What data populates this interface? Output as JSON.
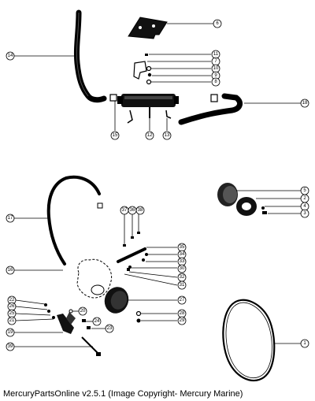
{
  "caption": "MercuryPartsOnline v2.5.1 (Image Copyright- Mercury Marine)",
  "callouts": {
    "c6": "6",
    "c11": "11",
    "c7": "7",
    "c10": "10",
    "c9": "9",
    "c8": "8",
    "c14": "14",
    "c18": "18",
    "c15": "15",
    "c12": "12",
    "c13": "13",
    "c17": "17",
    "c5": "5",
    "c2": "2",
    "c4": "4",
    "c3": "3",
    "c37": "37",
    "c36": "36",
    "c38": "38",
    "c35": "35",
    "c34": "34",
    "c33": "33",
    "c30": "30",
    "c32": "32",
    "c31": "31",
    "c16": "16",
    "c27": "27",
    "c28": "28",
    "c29": "29",
    "c22": "22",
    "c26": "26",
    "c25": "25",
    "c21": "21",
    "c20": "20",
    "c24": "24",
    "c19": "19",
    "c23": "23",
    "c39": "39",
    "c1": "1"
  }
}
